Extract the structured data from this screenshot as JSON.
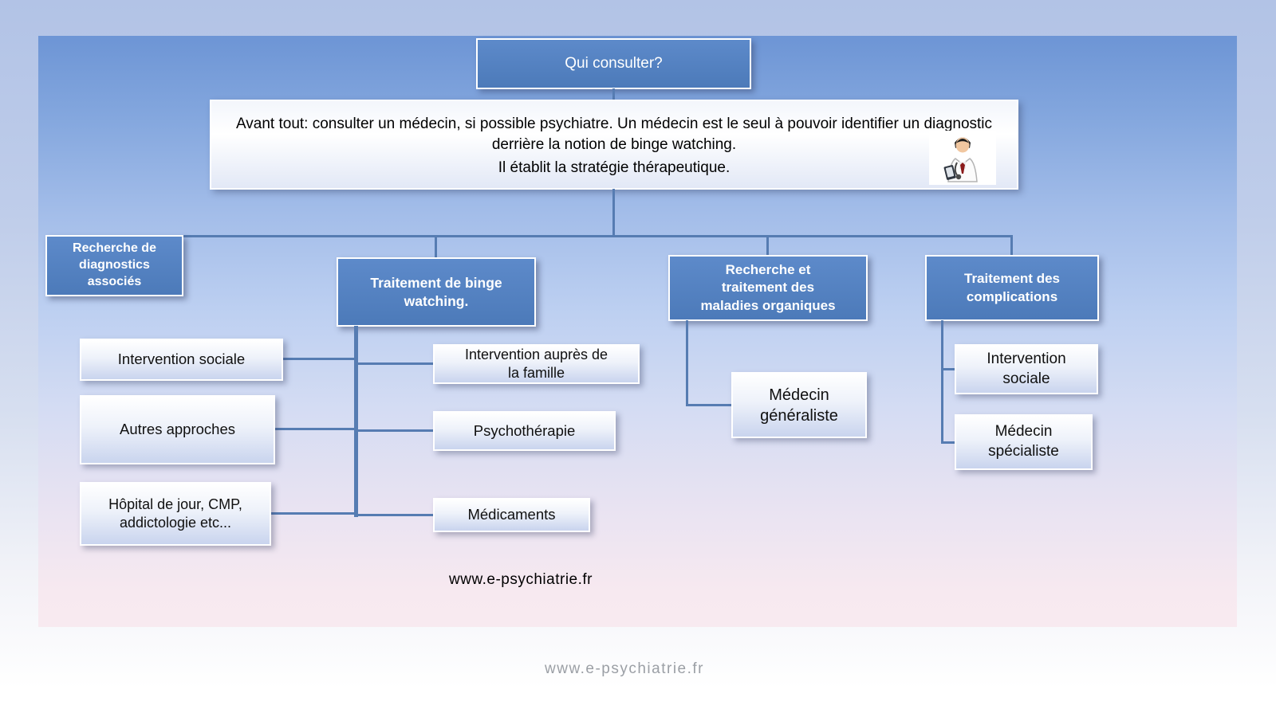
{
  "title": {
    "label": "Qui consulter?"
  },
  "intro": {
    "paragraph1": "Avant tout: consulter un médecin, si possible psychiatre. Un médecin est le seul à pouvoir identifier un diagnostic derrière la notion de binge watching.",
    "paragraph2": "Il établit la stratégie thérapeutique."
  },
  "nodes": {
    "diagnostics": {
      "label": "Recherche de\ndiagnostics\nassociés"
    },
    "traitement_bw": {
      "label": "Traitement de binge\nwatching."
    },
    "maladies_organiques": {
      "label": "Recherche et\ntraitement des\nmaladies organiques"
    },
    "complications": {
      "label": "Traitement des\ncomplications"
    },
    "intervention_sociale": {
      "label": "Intervention sociale"
    },
    "autres_approches": {
      "label": "Autres approches"
    },
    "hopital": {
      "label": "Hôpital de jour, CMP,\naddictologie etc..."
    },
    "famille": {
      "label": "Intervention auprès de\nla famille"
    },
    "psychotherapie": {
      "label": "Psychothérapie"
    },
    "medicaments": {
      "label": "Médicaments"
    },
    "generaliste": {
      "label": "Médecin\ngénéraliste"
    },
    "intervention_sociale_2": {
      "label": "Intervention\nsociale"
    },
    "specialiste": {
      "label": "Médecin\nspécialiste"
    }
  },
  "footer": {
    "watermark_inner": "www.e-psychiatrie.fr",
    "watermark_outer": "www.e-psychiatrie.fr"
  },
  "colors": {
    "node_fill": "#517fbe",
    "connector": "#567cb2",
    "panel_top": "#6d95d5",
    "panel_bottom": "#f8eaf0"
  }
}
